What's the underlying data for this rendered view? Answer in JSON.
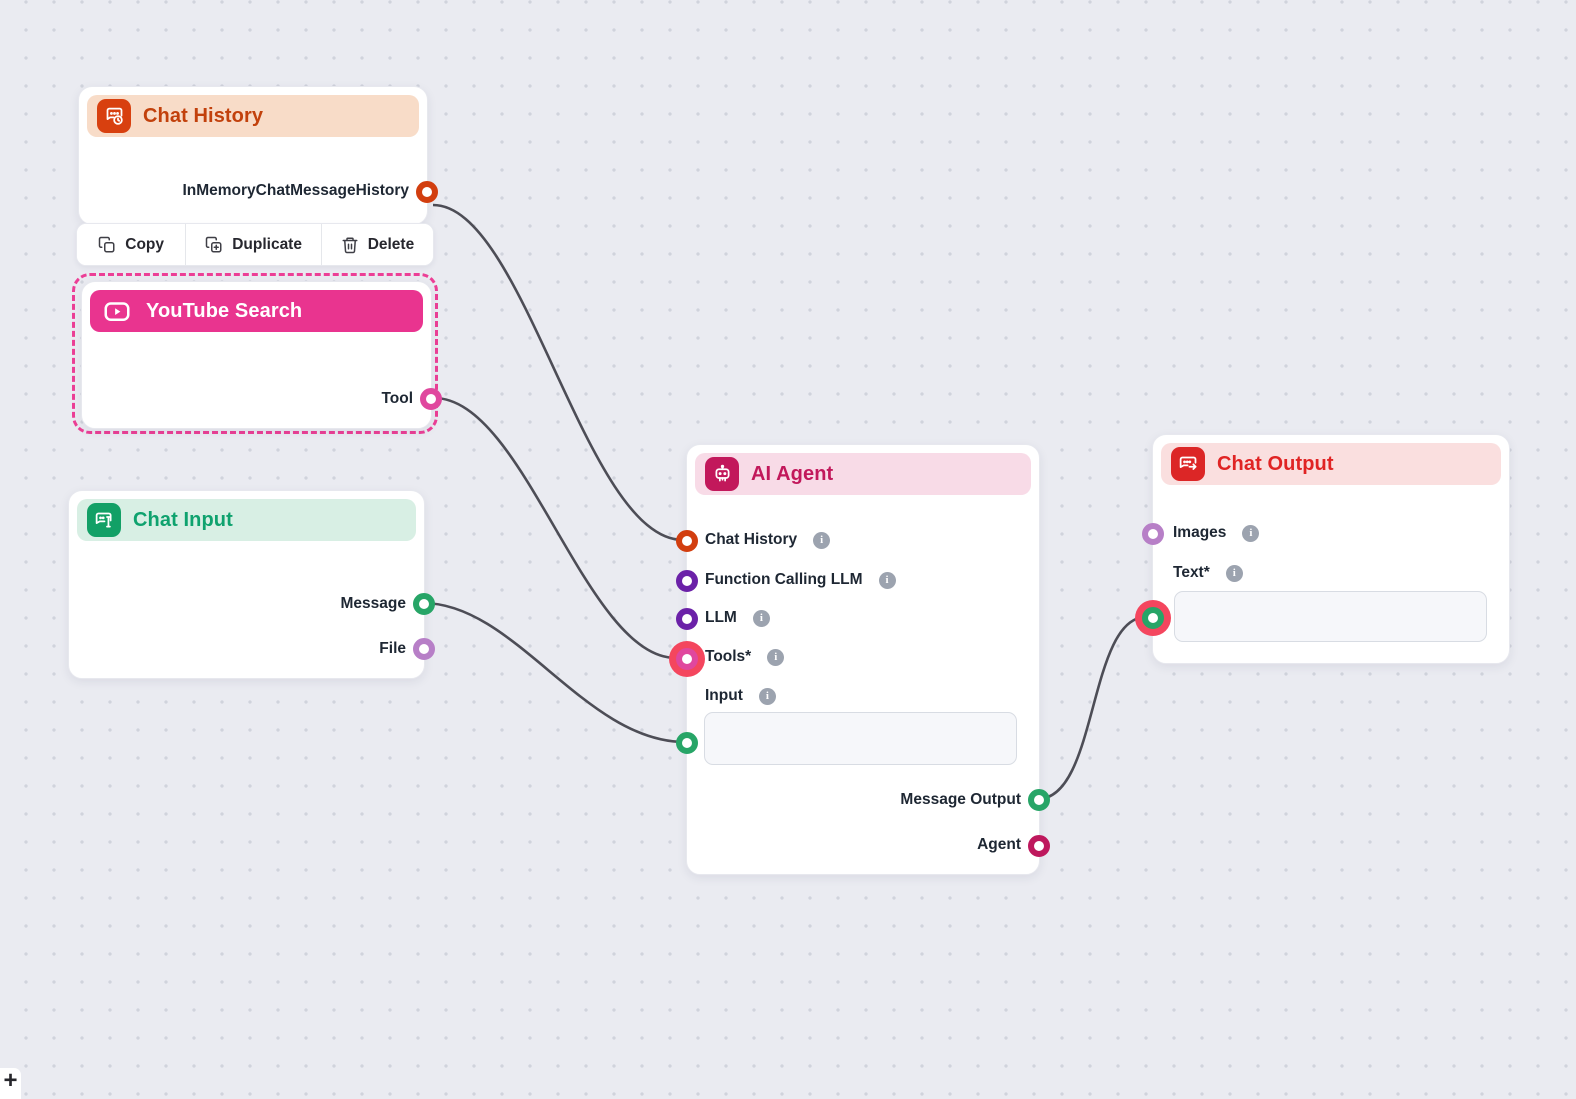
{
  "canvas": {
    "background": "#EAEBF1",
    "dot_color": "#D0D3DC",
    "wire_color": "#4D4D56",
    "zoom_in_label": "+"
  },
  "toolbar": {
    "copy_label": "Copy",
    "duplicate_label": "Duplicate",
    "delete_label": "Delete"
  },
  "nodes": {
    "chat_history": {
      "title": "Chat History",
      "accent": "#C2410C",
      "header_bg": "#F8DCC8",
      "icon_bg": "#D8400F",
      "output": {
        "label": "InMemoryChatMessageHistory",
        "color": "#D23E0F"
      }
    },
    "youtube_search": {
      "title": "YouTube Search",
      "accent": "#E9348F",
      "selection_border": "#EC3F96",
      "output": {
        "label": "Tool",
        "color": "#E0479E"
      }
    },
    "chat_input": {
      "title": "Chat Input",
      "accent": "#0FA26E",
      "header_bg": "#D8EFE4",
      "icon_bg": "#12A066",
      "outputs": [
        {
          "label": "Message",
          "color": "#27A567"
        },
        {
          "label": "File",
          "color": "#B77FC7"
        }
      ]
    },
    "ai_agent": {
      "title": "AI Agent",
      "accent": "#C2185B",
      "header_bg": "#F8DBE7",
      "icon_bg": "#C2185B",
      "inputs": [
        {
          "label": "Chat History",
          "color": "#D23E0F"
        },
        {
          "label": "Function Calling LLM",
          "color": "#6B21A8"
        },
        {
          "label": "LLM",
          "color": "#6B21A8"
        },
        {
          "label": "Tools*",
          "color": "#E0479E",
          "highlighted": true
        },
        {
          "label": "Input",
          "color": "#27A567"
        }
      ],
      "input_field_value": "",
      "outputs": [
        {
          "label": "Message Output",
          "color": "#27A567"
        },
        {
          "label": "Agent",
          "color": "#BE185D"
        }
      ]
    },
    "chat_output": {
      "title": "Chat Output",
      "accent": "#E02424",
      "header_bg": "#FADFDF",
      "icon_bg": "#DC2626",
      "inputs": [
        {
          "label": "Images",
          "color": "#B77FC7"
        },
        {
          "label": "Text*",
          "color": "#27A567",
          "highlighted": true
        }
      ],
      "text_field_value": ""
    }
  }
}
